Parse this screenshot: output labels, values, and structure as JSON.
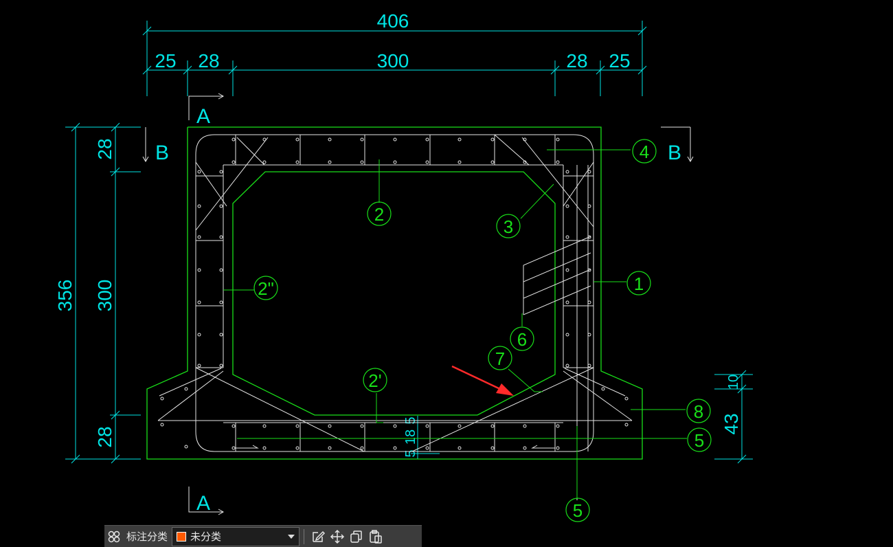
{
  "drawing": {
    "dimensions": {
      "overall_width": "406",
      "seg_left_outer": "25",
      "seg_left_inner": "28",
      "seg_middle": "300",
      "seg_right_inner": "28",
      "seg_right_outer": "25",
      "overall_height": "356",
      "height_top": "28",
      "height_middle": "300",
      "height_bottom": "28",
      "right_small": "10",
      "right_large": "43",
      "bottom_small_a": "5",
      "bottom_small_b": "18",
      "bottom_small_c": "5"
    },
    "section_marks": {
      "a_top": "A",
      "a_bottom": "A",
      "b_left": "B",
      "b_right": "B"
    },
    "balloons": {
      "b1": "1",
      "b2": "2",
      "b2_dbl": "2\"",
      "b2_prime": "2'",
      "b3": "3",
      "b4": "4",
      "b5": "5",
      "b5_bottom": "5",
      "b6": "6",
      "b7": "7",
      "b8": "8"
    },
    "colors": {
      "outline": "#19e019",
      "dimension": "#00e5e5",
      "rebar": "#e6e6e6",
      "arrow": "#ff2a2a"
    },
    "arrow_annotation": "red-pointer-arrow"
  },
  "toolbar": {
    "annotation_label": "标注分类",
    "category_value": "未分类",
    "category_color": "#ff5a00"
  }
}
